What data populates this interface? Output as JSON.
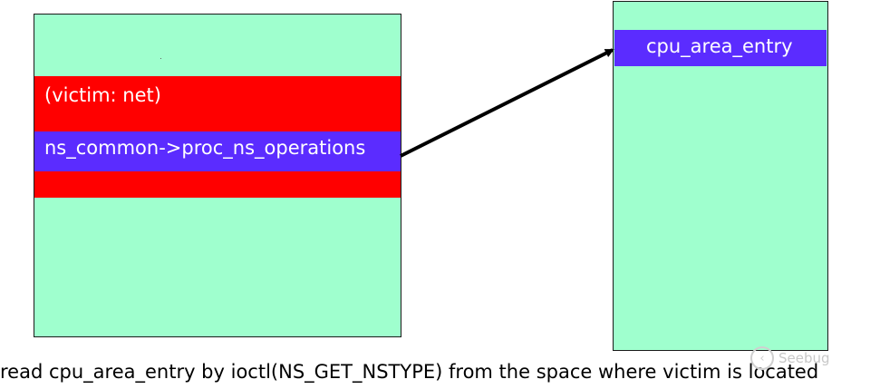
{
  "colors": {
    "box_fill": "#9fffce",
    "red": "#ff0000",
    "blue": "#5b2cff",
    "arrow": "#000000"
  },
  "left_block": {
    "victim_label": "(victim: net)",
    "pointer_label": "ns_common->proc_ns_operations"
  },
  "right_block": {
    "entry_label": "cpu_area_entry"
  },
  "caption": "read cpu_area_entry by ioctl(NS_GET_NSTYPE) from the space where victim is located",
  "watermark": {
    "text": "Seebug",
    "icon": "seebug-logo-icon"
  }
}
